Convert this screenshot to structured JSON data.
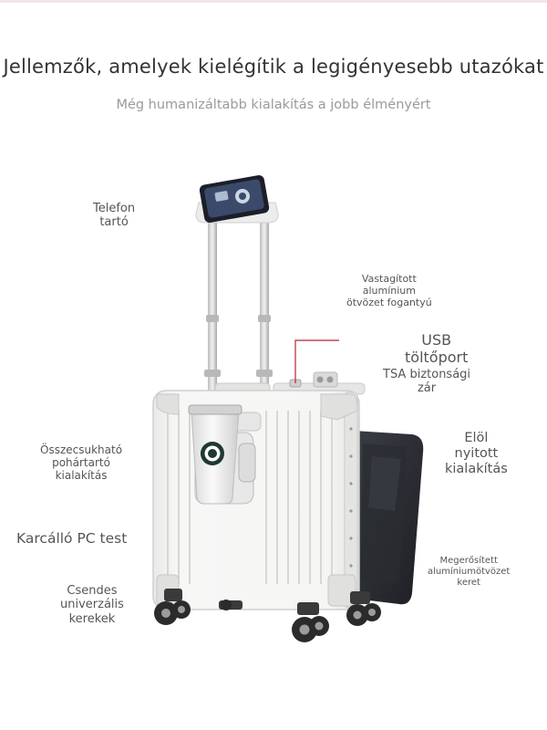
{
  "header": {
    "title": "Jellemzők, amelyek kielégítik a legigényesebb utazókat",
    "subtitle": "Még humanizáltabb kialakítás a jobb élményért"
  },
  "callouts": {
    "phone_holder": [
      "Telefon",
      "tartó"
    ],
    "handle": [
      "Vastagított",
      "alumínium",
      "ötvözet fogantyú"
    ],
    "usb": [
      "USB",
      "töltőport"
    ],
    "tsa_lock": [
      "TSA biztonsági",
      "zár"
    ],
    "cup_holder": [
      "Összecsukható",
      "pohártartó",
      "kialakítás"
    ],
    "front_open": [
      "Elöl",
      "nyitott",
      "kialakítás"
    ],
    "pc_shell": [
      "Karcálló PC test"
    ],
    "frame": [
      "Megerősített",
      "alumíniumötvözet",
      "keret"
    ],
    "wheels": [
      "Csendes",
      "univerzális",
      "kerekek"
    ]
  },
  "colors": {
    "accent_line": "#b3262f",
    "suitcase_shell": "#f3f3f2",
    "frame": "#d9d9d9",
    "wheel": "#2b2b2b"
  },
  "icons": {
    "cup_logo": "starbucks-siren-logo"
  }
}
